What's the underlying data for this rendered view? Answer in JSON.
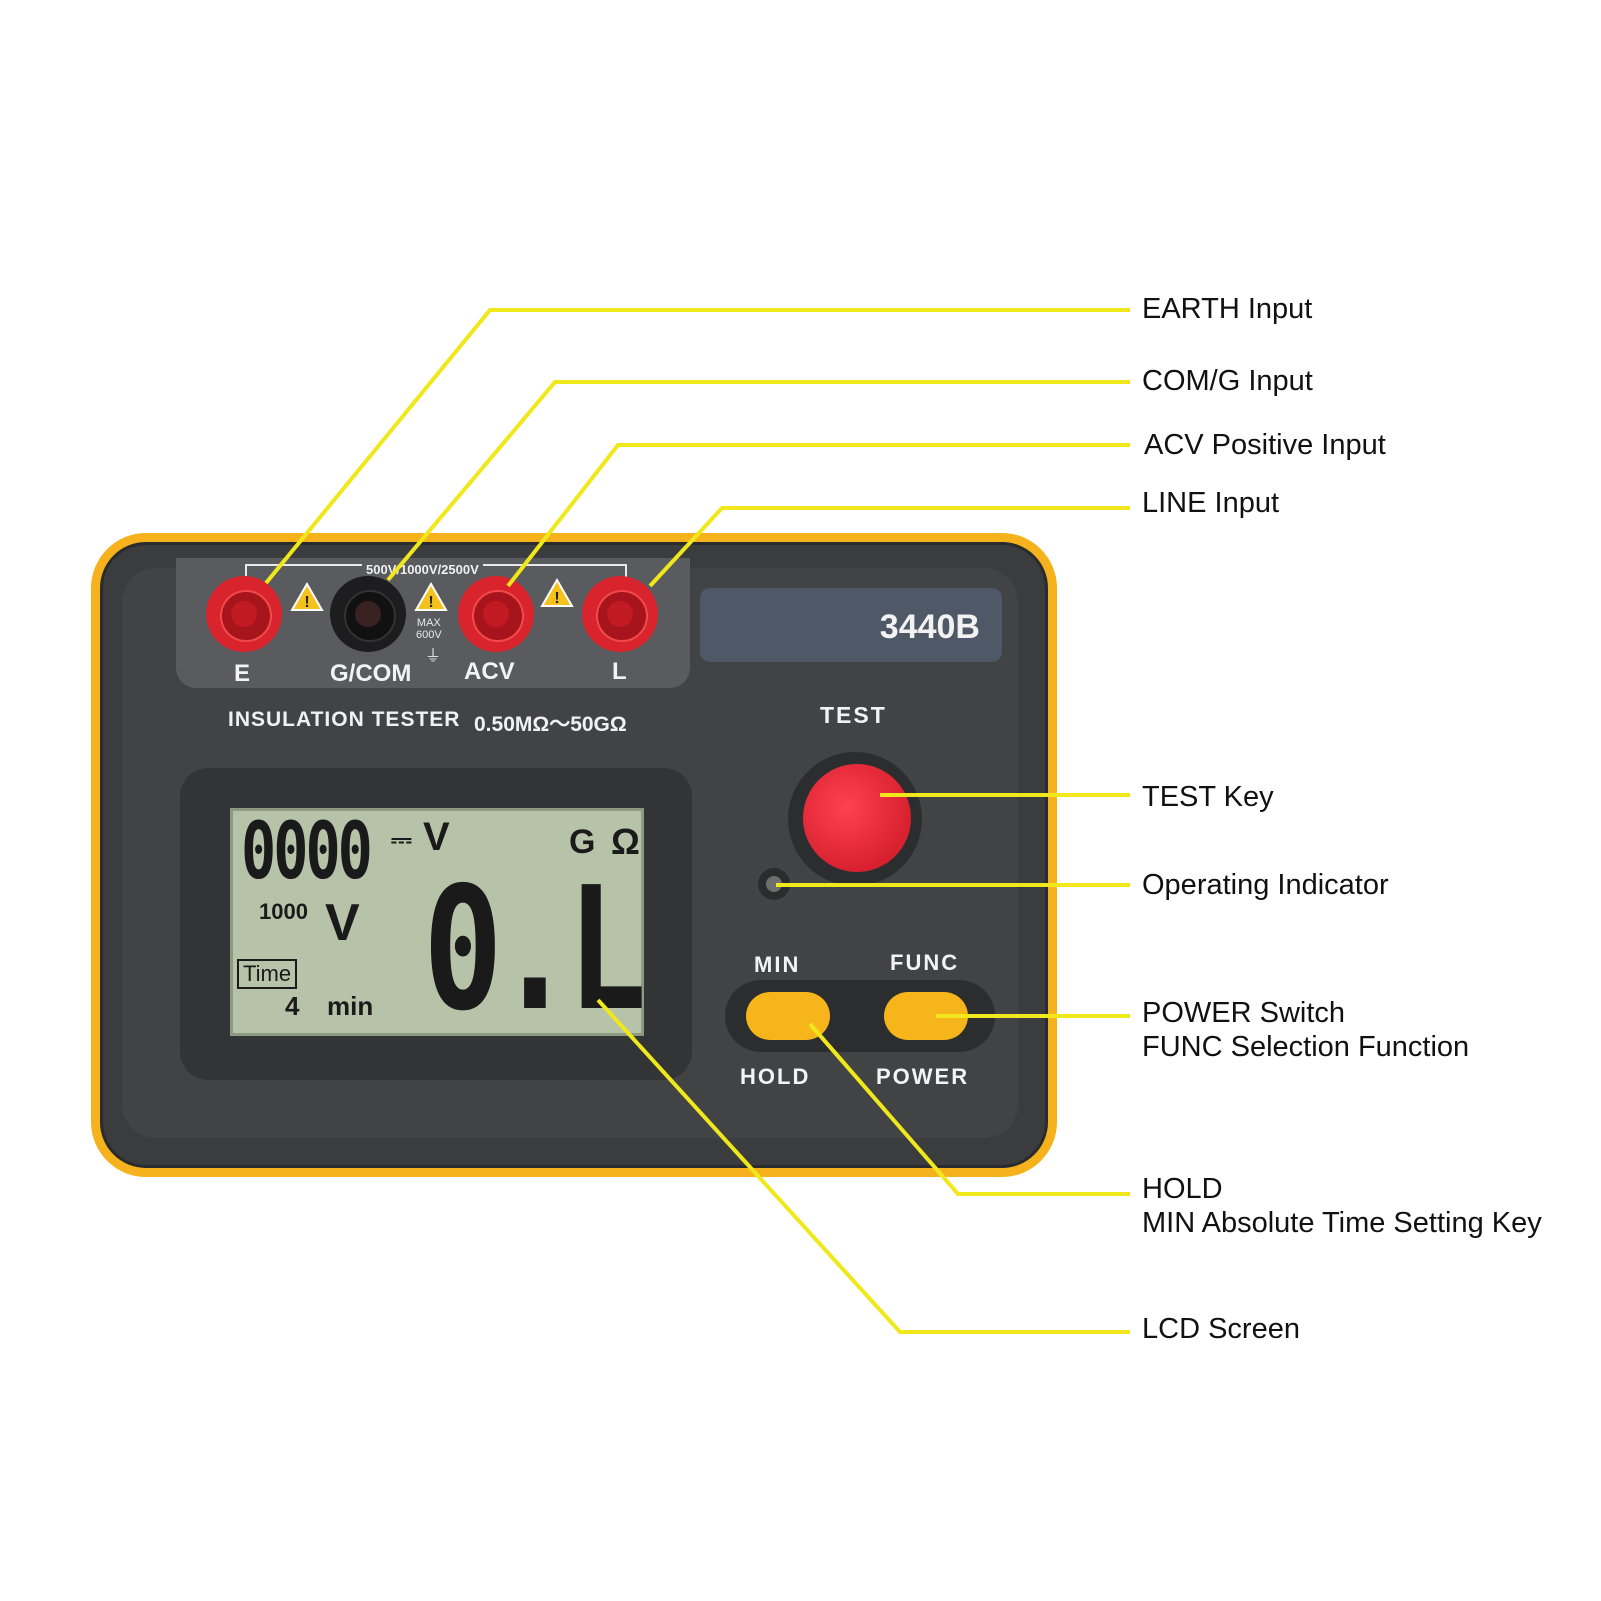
{
  "device": {
    "model": "3440B",
    "range_header": "500V/1000V/2500V",
    "title": "INSULATION TESTER",
    "range": "0.50MΩ～50GΩ",
    "max_warning": [
      "MAX",
      "600V"
    ],
    "terminals": [
      "E",
      "G/COM",
      "ACV",
      "L"
    ],
    "test_label": "TEST",
    "min_label": "MIN",
    "func_label": "FUNC",
    "hold_label": "HOLD",
    "power_label": "POWER"
  },
  "lcd": {
    "voltage_digits": "0000",
    "voltage_unit": "V",
    "dc_symbol": "⎓",
    "prefix": "G",
    "ohm": "Ω",
    "test_voltage": "1000",
    "test_voltage_unit": "V",
    "time_label": "Time",
    "time_value": "4",
    "time_unit": "min",
    "reading": "0.L"
  },
  "callouts": {
    "earth": "EARTH Input",
    "com": "COM/G Input",
    "acv": "ACV Positive Input",
    "line": "LINE Input",
    "test": "TEST Key",
    "indicator": "Operating Indicator",
    "power_1": "POWER Switch",
    "power_2": "FUNC Selection Function",
    "hold_1": "HOLD",
    "hold_2": "MIN Absolute Time Setting Key",
    "lcd": "LCD Screen"
  },
  "colors": {
    "leader_line": "#f0e81a",
    "housing": "#f6b21d",
    "jack_red": "#d9232d",
    "test_key": "#e82838",
    "function_keys": "#f7b51c",
    "lcd_background": "#b7c3a8"
  }
}
